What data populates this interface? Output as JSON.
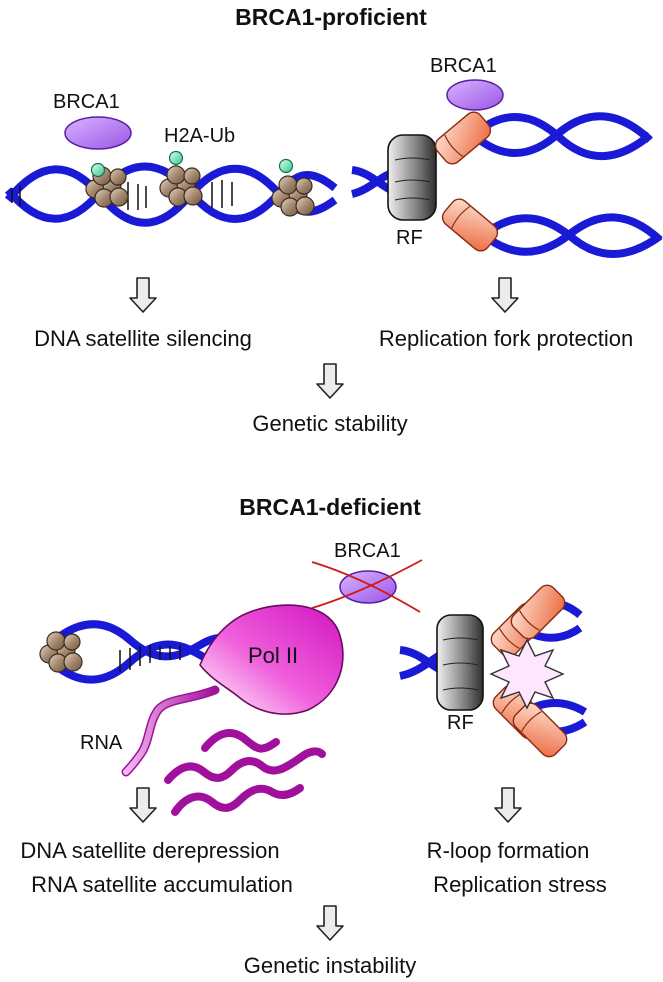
{
  "top": {
    "heading": "BRCA1-proficient",
    "brca1_left": "BRCA1",
    "h2a_label": "H2A-Ub",
    "brca1_right": "BRCA1",
    "rf_label": "RF",
    "outcome_left": "DNA satellite silencing",
    "outcome_right": "Replication fork protection",
    "result": "Genetic stability"
  },
  "bottom": {
    "heading": "BRCA1-deficient",
    "brca1_label": "BRCA1",
    "polii_label": "Pol II",
    "rna_label": "RNA",
    "rf_label": "RF",
    "outcome_left_1": "DNA satellite derepression",
    "outcome_left_2": "RNA satellite accumulation",
    "outcome_right_1": "R-loop formation",
    "outcome_right_2": "Replication stress",
    "result": "Genetic instability"
  },
  "colors": {
    "dna_blue": "#1a1ad6",
    "brca1_purple": "#b77cf0",
    "nucleosome_brown": "#9c8068",
    "ubiquitin_green": "#6fe0b0",
    "fork_orange": "#f0805a",
    "polii_magenta": "#e01ec8",
    "rna_purple": "#b01ab0",
    "cross_red": "#d01818"
  },
  "icons": [
    "down-arrow-icon",
    "nucleosome-icon",
    "replication-fork-icon",
    "pol-ii-icon",
    "cross-icon",
    "burst-icon"
  ]
}
